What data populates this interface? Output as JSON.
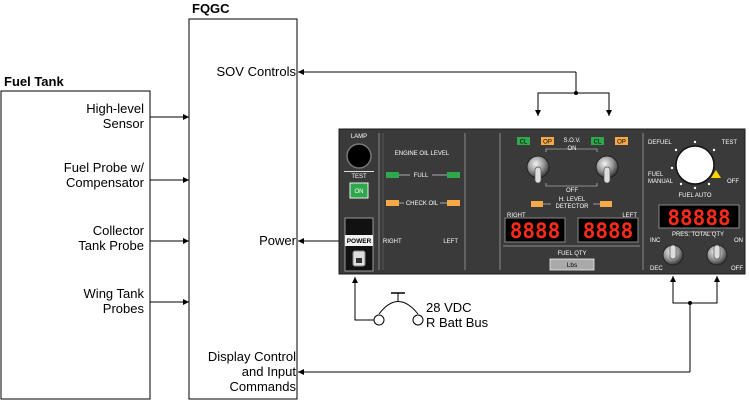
{
  "fuel_tank": {
    "title": "Fuel Tank",
    "inputs": [
      {
        "line1": "High-level",
        "line2": "Sensor"
      },
      {
        "line1": "Fuel Probe w/",
        "line2": "Compensator"
      },
      {
        "line1": "Collector",
        "line2": "Tank Probe"
      },
      {
        "line1": "Wing Tank",
        "line2": "Probes"
      }
    ]
  },
  "fqgc": {
    "title": "FQGC",
    "sov_controls": "SOV Controls",
    "power": "Power",
    "display_line1": "Display Control",
    "display_line2": "and Input",
    "display_line3": "Commands"
  },
  "power_source": {
    "line1": "28 VDC",
    "line2": "R Batt Bus"
  },
  "panel": {
    "lamp": "LAMP",
    "test": "TEST",
    "on_button": "ON",
    "power_button": "POWER",
    "engine_oil_level": "ENGINE OIL LEVEL",
    "full": "FULL",
    "check_oil": "CHECK OIL",
    "right": "RIGHT",
    "left": "LEFT",
    "sov": "S.O.V.",
    "sov_on": "ON",
    "sov_off": "OFF",
    "cl": "CL",
    "op": "OP",
    "h_level_1": "H. LEVEL",
    "h_level_2": "DETECTOR",
    "right_qty_label": "RIGHT",
    "left_qty_label": "LEFT",
    "right_qty": "8888",
    "left_qty": "8888",
    "fuel_qty": "FUEL QTY",
    "unit_button": "Lbs",
    "defuel": "DEFUEL",
    "test_mode": "TEST",
    "fuel_manual_1": "FUEL",
    "fuel_manual_2": "MANUAL",
    "off_mode": "OFF",
    "fuel_auto": "FUEL AUTO",
    "total_qty": "88888",
    "pres_total_qty": "PRES. TOTAL QTY",
    "inc": "INC",
    "dec": "DEC",
    "on": "ON",
    "off": "OFF"
  },
  "colors": {
    "green": "#2ea84a",
    "orange": "#f7a94a",
    "panel": "#3a3a3a",
    "digits": "#ff2a1a",
    "warning": "#ffd200"
  }
}
